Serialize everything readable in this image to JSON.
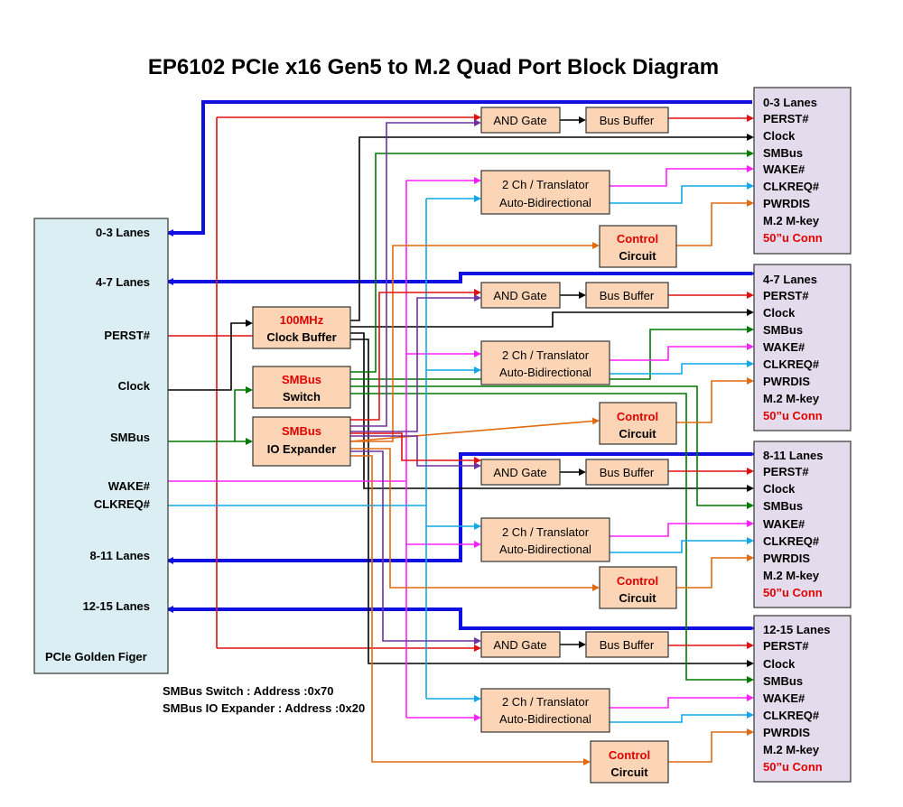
{
  "title": "EP6102 PCIe x16 Gen5 to M.2 Quad Port Block Diagram",
  "colors": {
    "lanes": "#1010e0",
    "perst": "#e01010",
    "clock": "#000000",
    "smbus": "#007a00",
    "wake": "#ff20ff",
    "clkreq": "#10a8e8",
    "control": "#e06a10",
    "and_gate": "#7030a0",
    "golden_fill": "#dbeef4",
    "conn_fill": "#e4dcec",
    "block_fill": "#fbd5b5",
    "red_text": "#e00000"
  },
  "golden_finger": {
    "labels": [
      "0-3 Lanes",
      "4-7 Lanes",
      "PERST#",
      "Clock",
      "SMBus",
      "WAKE#",
      "CLKREQ#",
      "8-11 Lanes",
      "12-15 Lanes"
    ],
    "footer": "PCIe Golden Figer"
  },
  "center_blocks": {
    "clock_buffer": [
      "100MHz",
      "Clock Buffer"
    ],
    "smbus_switch": [
      "SMBus",
      "Switch"
    ],
    "io_expander": [
      "SMBus",
      "IO Expander"
    ]
  },
  "port_blocks": {
    "and_gate": "AND Gate",
    "bus_buffer": "Bus Buffer",
    "translator": [
      "2 Ch / Translator",
      "Auto-Bidirectional"
    ],
    "control": [
      "Control",
      "Circuit"
    ]
  },
  "connectors": [
    {
      "lanes": "0-3 Lanes"
    },
    {
      "lanes": "4-7 Lanes"
    },
    {
      "lanes": "8-11 Lanes"
    },
    {
      "lanes": "12-15 Lanes"
    }
  ],
  "connector_signals": [
    "PERST#",
    "Clock",
    "SMBus",
    "WAKE#",
    "CLKREQ#",
    "PWRDIS",
    "M.2 M-key"
  ],
  "connector_conn": "50”u Conn",
  "notes": [
    "SMBus Switch : Address :0x70",
    "SMBus IO Expander : Address :0x20"
  ]
}
